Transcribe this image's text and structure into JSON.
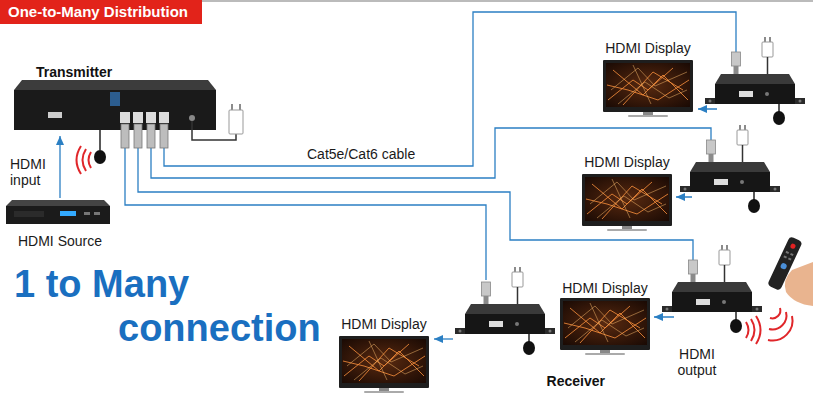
{
  "diagram": {
    "title": "One-to-Many Distribution",
    "nodes": [
      {
        "text": [
          "Transmitter"
        ]
      },
      {
        "text": [
          "HDMI Source"
        ]
      },
      {
        "text": [
          "HDMI Display"
        ]
      },
      {
        "text": [
          "HDMI Display"
        ]
      },
      {
        "text": [
          "HDMI Display"
        ]
      },
      {
        "text": [
          "HDMI Display"
        ]
      },
      {
        "text": [
          "Receiver"
        ]
      }
    ],
    "edges": [
      {
        "from": 1,
        "to": 0,
        "arrow": "to"
      },
      {
        "from": 0,
        "to": 2,
        "label": "Cat5e/Cat6 cable",
        "arrow": "to"
      },
      {
        "from": 0,
        "to": 3,
        "arrow": "to"
      },
      {
        "from": 0,
        "to": 4,
        "arrow": "to"
      },
      {
        "from": 0,
        "to": 6,
        "arrow": "none"
      },
      {
        "from": 6,
        "to": 5,
        "arrow": "to"
      }
    ],
    "labels": [
      "HDMI input",
      "1 to Many connection",
      "HDMI output"
    ]
  }
}
